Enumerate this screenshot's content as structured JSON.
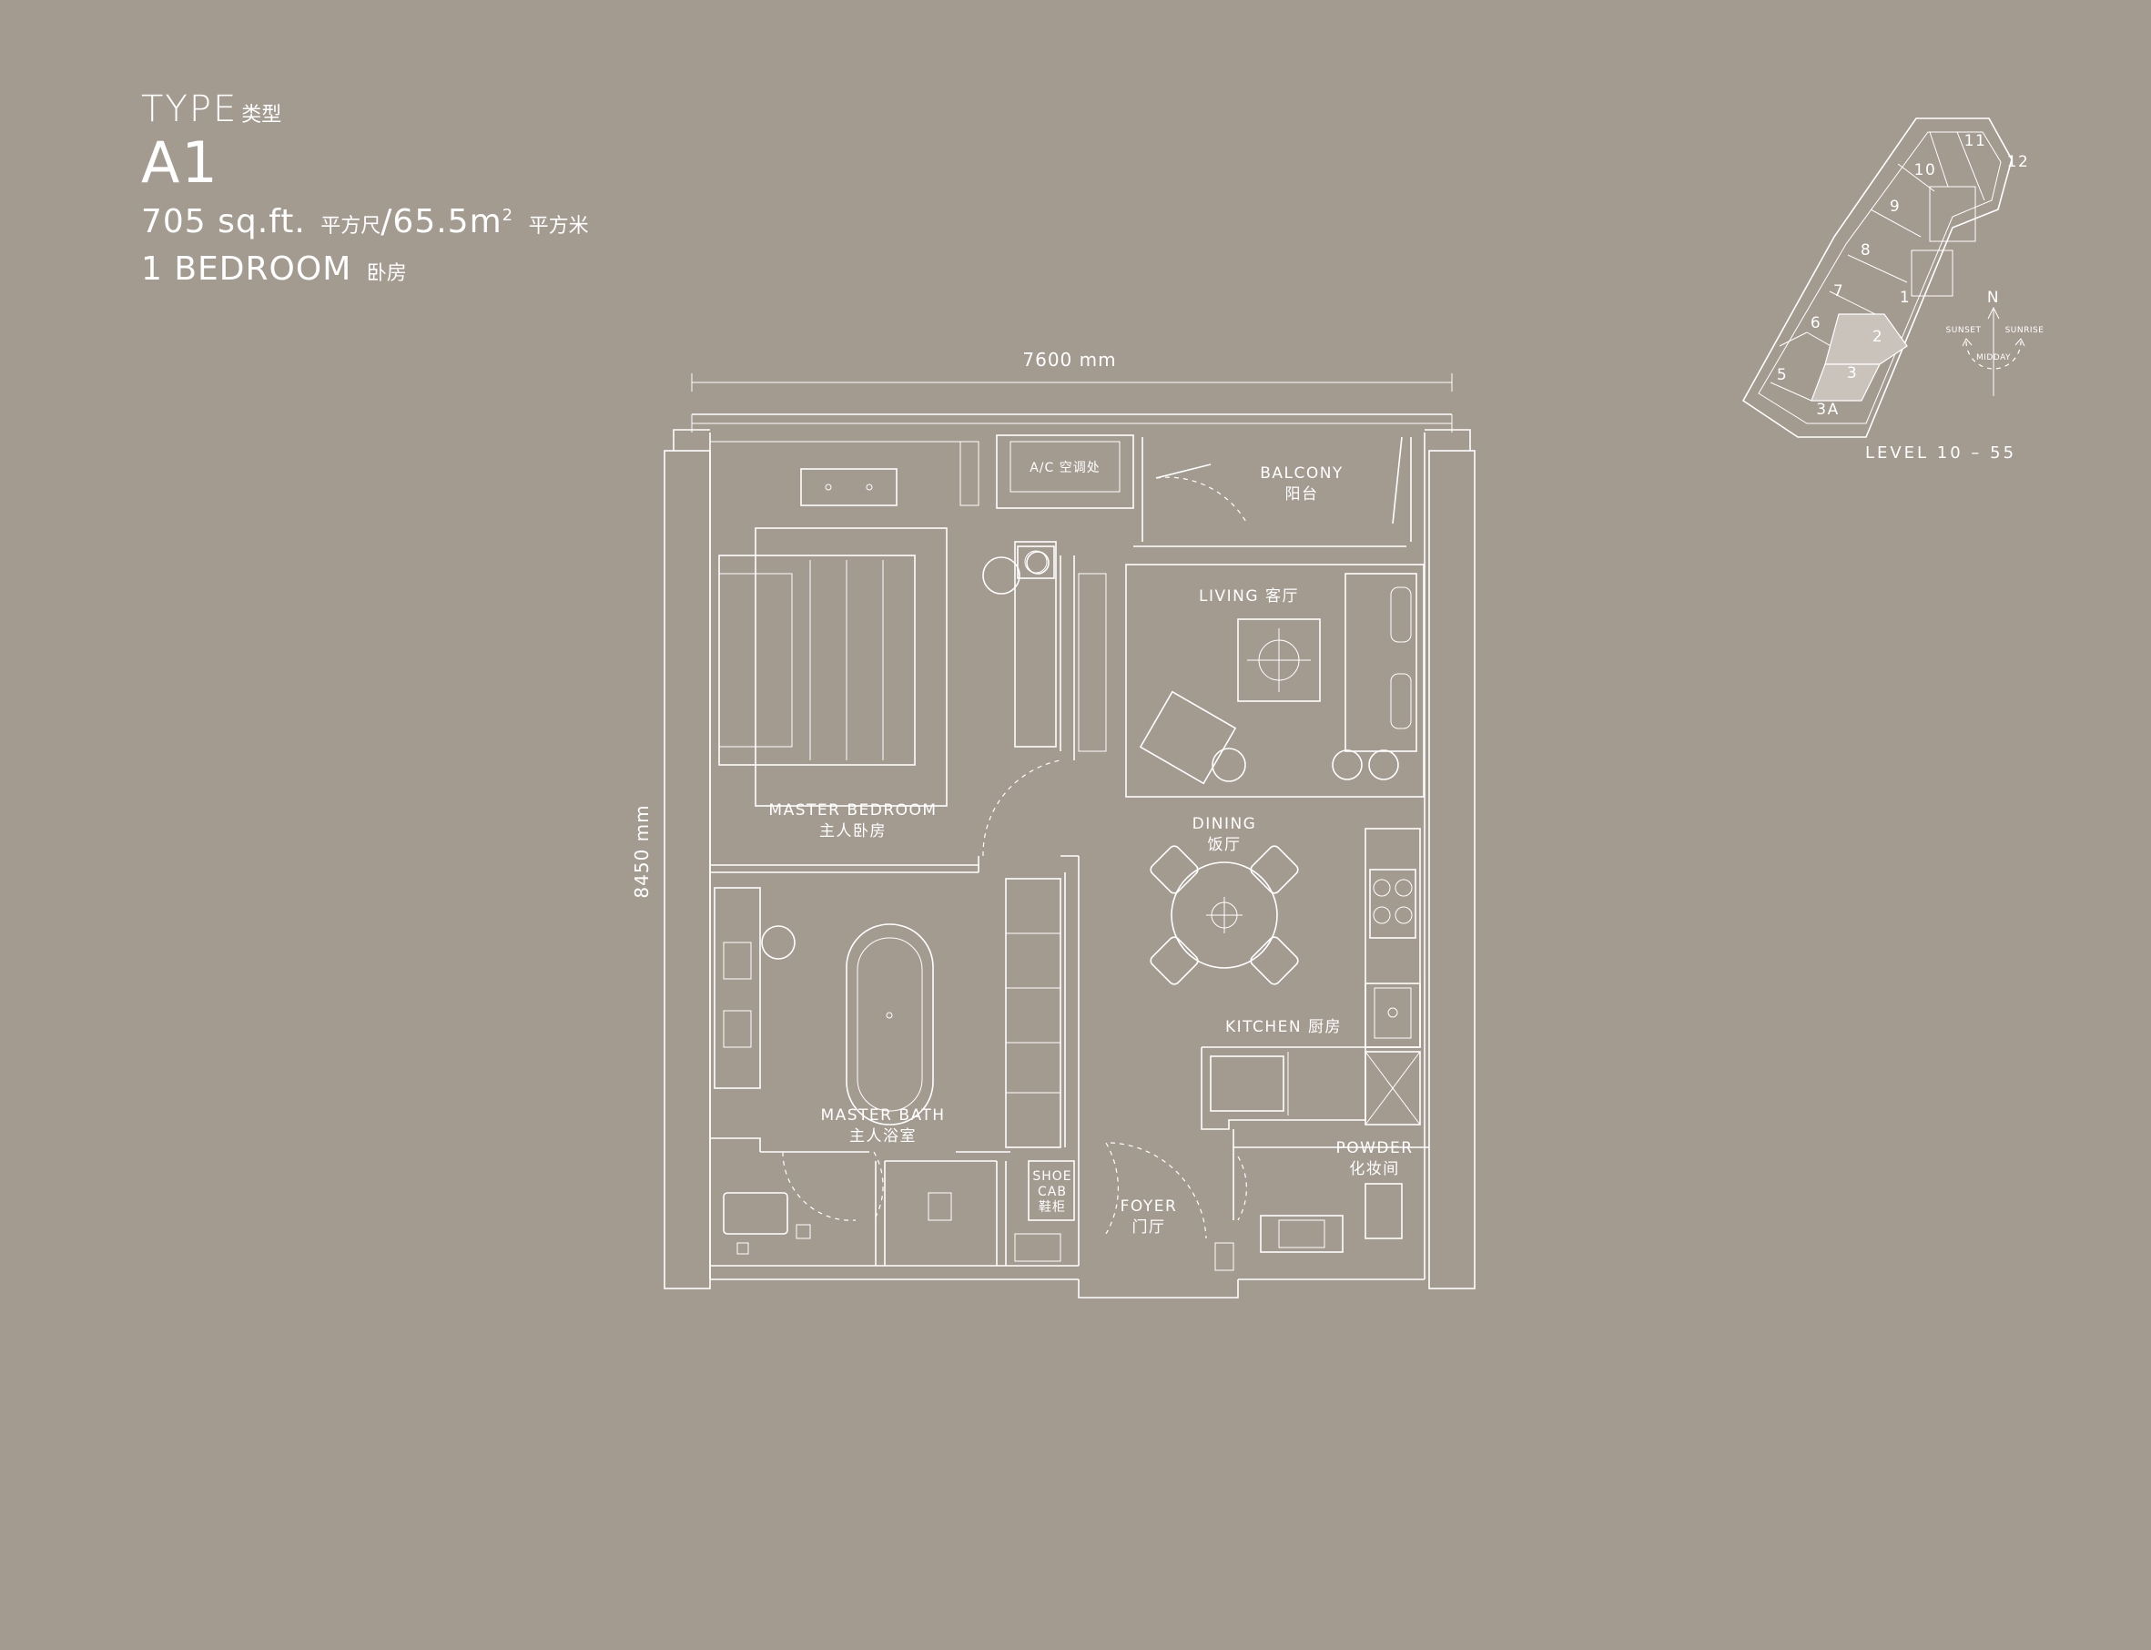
{
  "header": {
    "type_label": "TYPE",
    "type_label_cn": "类型",
    "unit_name": "A1",
    "area_sqft": "705 sq.ft.",
    "area_sqft_cn": "平方尺",
    "separator": "/",
    "area_m2": "65.5m",
    "area_m2_sup": "2",
    "area_m2_cn": "平方米",
    "bedrooms": "1 BEDROOM",
    "bedrooms_cn": "卧房"
  },
  "dimensions": {
    "width": "7600 mm",
    "depth": "8450 mm"
  },
  "rooms": {
    "ac": "A/C 空调处",
    "balcony": "BALCONY",
    "balcony_cn": "阳台",
    "living": "LIVING 客厅",
    "master_bedroom": "MASTER BEDROOM",
    "master_bedroom_cn": "主人卧房",
    "dining": "DINING",
    "dining_cn": "饭厅",
    "kitchen": "KITCHEN 厨房",
    "master_bath": "MASTER BATH",
    "master_bath_cn": "主人浴室",
    "powder": "POWDER",
    "powder_cn": "化妆间",
    "foyer": "FOYER",
    "foyer_cn": "门厅",
    "shoe_cab_1": "SHOE",
    "shoe_cab_2": "CAB",
    "shoe_cab_cn": "鞋柜"
  },
  "key_plan": {
    "units": [
      "11",
      "12",
      "10",
      "9",
      "8",
      "7",
      "1",
      "6",
      "2",
      "5",
      "3",
      "3A"
    ],
    "highlighted_units": [
      "2",
      "3"
    ],
    "level": "LEVEL 10 – 55",
    "compass": {
      "north": "N",
      "sunset": "SUNSET",
      "sunrise": "SUNRISE",
      "midday": "MIDDAY"
    }
  }
}
